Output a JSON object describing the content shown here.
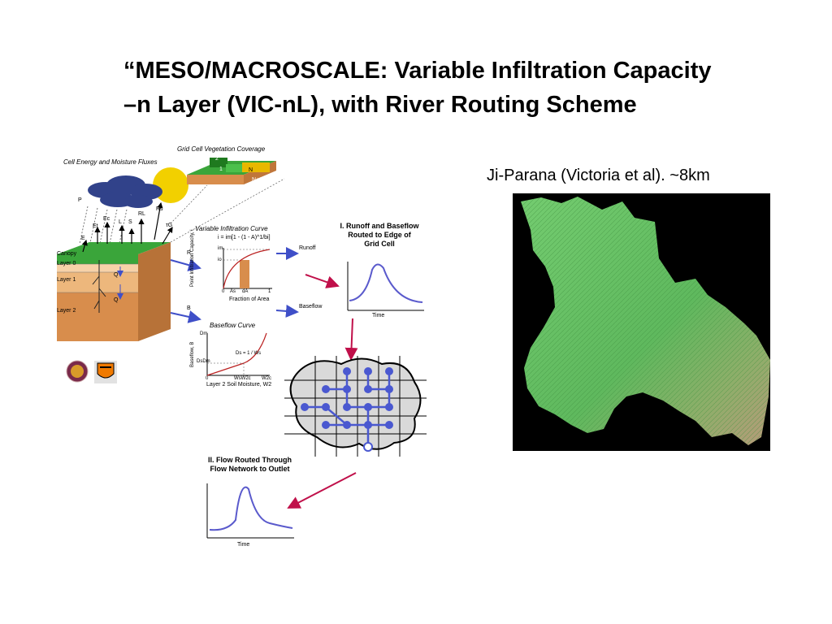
{
  "title": {
    "line1": "“MESO/MACROSCALE: Variable Infiltration Capacity",
    "line2": "–n Layer (VIC-nL), with River Routing Scheme"
  },
  "map": {
    "caption": "Ji-Parana (Victoria et al). ~8km"
  },
  "diagram": {
    "cell_fluxes_label": "Cell Energy and Moisture Fluxes",
    "vegetation_coverage_label": "Grid Cell Vegetation Coverage",
    "veg_labels": [
      "1",
      "2",
      "N",
      "N+1"
    ],
    "flux_labels": {
      "p": "P",
      "ec": "Ec",
      "et": "Et",
      "e": "E",
      "l": "L",
      "s": "S",
      "rl": "RL",
      "rs": "Rs",
      "tg": "τG",
      "r": "R",
      "b": "B",
      "q1": "Q",
      "q2": "Q"
    },
    "layers": {
      "canopy": "Canopy",
      "layer0": "Layer 0",
      "layer1": "Layer 1",
      "layer2": "Layer 2"
    },
    "infiltration": {
      "title": "Variable Infiltration Curve",
      "equation": "i = im[1 - (1 - A)^1/bi]",
      "ylabel": "Point Infiltration Capacity, i",
      "xlabel": "Fraction of Area",
      "tick_0": "0",
      "tick_as": "As",
      "tick_da": "dA",
      "tick_1": "1",
      "im": "im",
      "io": "io"
    },
    "runoff_label": "Runoff",
    "baseflow_label": "Baseflow",
    "baseflow_curve": {
      "title": "Baseflow Curve",
      "ylabel": "Baseflow, B",
      "y_dm": "Dm",
      "y_dsdm": "DsDm",
      "xlabel": "Layer 2 Soil Moisture, W2",
      "tick_0": "0",
      "tick_ws": "WsW2c",
      "tick_w2c": "W2c",
      "annotation": "Ds = 1 / Ws"
    },
    "runoff_box": {
      "title_lines": [
        "I. Runoff and Baseflow",
        "Routed to Edge of",
        "Grid Cell"
      ],
      "xlabel": "Time"
    },
    "flow_box": {
      "title_lines": [
        "II. Flow Routed Through",
        "Flow Network to Outlet"
      ],
      "xlabel": "Time"
    }
  },
  "colors": {
    "flow_arrow": "#3f4fc8",
    "red_arrow": "#c0104a",
    "hydrograph": "#5a5acc",
    "node": "#4a58d0",
    "vegetation": "#3aa53a",
    "soil_top": "#f7d2a8",
    "soil_mid": "#edb77c",
    "soil_deep": "#d88d4c",
    "cloud": "#31428a",
    "sun": "#f2d000",
    "map_bg": "#000000",
    "terrain": "#6cc56a"
  }
}
